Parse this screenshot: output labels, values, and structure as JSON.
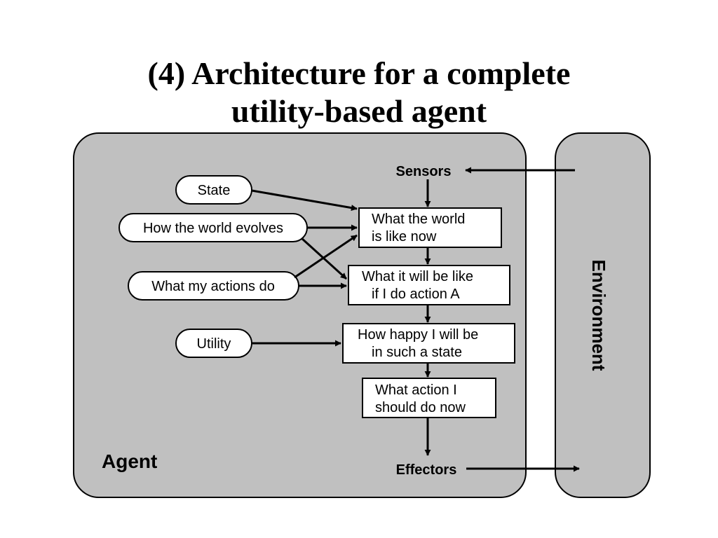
{
  "title": {
    "line1": "(4) Architecture for a complete",
    "line2": "utility-based agent"
  },
  "diagram": {
    "agent_label": "Agent",
    "environment_label": "Environment",
    "sensors_label": "Sensors",
    "effectors_label": "Effectors",
    "ovals": {
      "state": "State",
      "world_evolves": "How the world evolves",
      "actions_do": "What my actions do",
      "utility": "Utility"
    },
    "boxes": {
      "world_now": [
        "What the world",
        "is like now"
      ],
      "will_be_like": [
        "What it will be like",
        "if I do action A"
      ],
      "how_happy": [
        "How happy I will be",
        "in such a state"
      ],
      "action_now": [
        "What action I",
        "should do now"
      ]
    },
    "colors": {
      "panel_fill": "#c0c0c0",
      "stroke": "#000000",
      "box_fill": "#ffffff"
    }
  }
}
